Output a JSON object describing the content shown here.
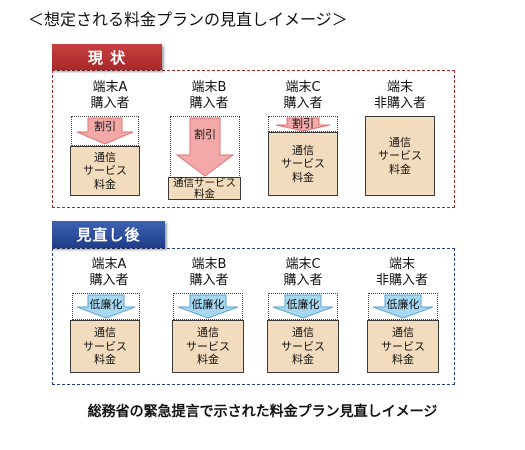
{
  "title": "＜想定される料金プランの見直しイメージ＞",
  "current": {
    "header": "現 状",
    "columns": [
      {
        "label": [
          "端末A",
          "購入者"
        ],
        "reduction": "割引",
        "fee": [
          "通信",
          "サービス",
          "料金"
        ]
      },
      {
        "label": [
          "端末B",
          "購入者"
        ],
        "reduction": "割引",
        "fee": [
          "通信サービス",
          "料金"
        ]
      },
      {
        "label": [
          "端末C",
          "購入者"
        ],
        "reduction": "割引",
        "fee": [
          "通信",
          "サービス",
          "料金"
        ]
      },
      {
        "label": [
          "端末",
          "非購入者"
        ],
        "fee": [
          "通信",
          "サービス",
          "料金"
        ]
      }
    ]
  },
  "revised": {
    "header": "見直し後",
    "columns": [
      {
        "label": [
          "端末A",
          "購入者"
        ],
        "reduction": "低廉化",
        "fee": [
          "通信",
          "サービス",
          "料金"
        ]
      },
      {
        "label": [
          "端末B",
          "購入者"
        ],
        "reduction": "低廉化",
        "fee": [
          "通信",
          "サービス",
          "料金"
        ]
      },
      {
        "label": [
          "端末C",
          "購入者"
        ],
        "reduction": "低廉化",
        "fee": [
          "通信",
          "サービス",
          "料金"
        ]
      },
      {
        "label": [
          "端末",
          "非購入者"
        ],
        "reduction": "低廉化",
        "fee": [
          "通信",
          "サービス",
          "料金"
        ]
      }
    ]
  },
  "caption": "総務省の緊急提言で示された料金プラン見直しイメージ",
  "colors": {
    "current_accent": "#a8282a",
    "revised_accent": "#1f3c88",
    "fee_box": "#f3dcbd",
    "discount_arrow": "#f4a9a9",
    "reduction_arrow": "#a6d8f2"
  }
}
